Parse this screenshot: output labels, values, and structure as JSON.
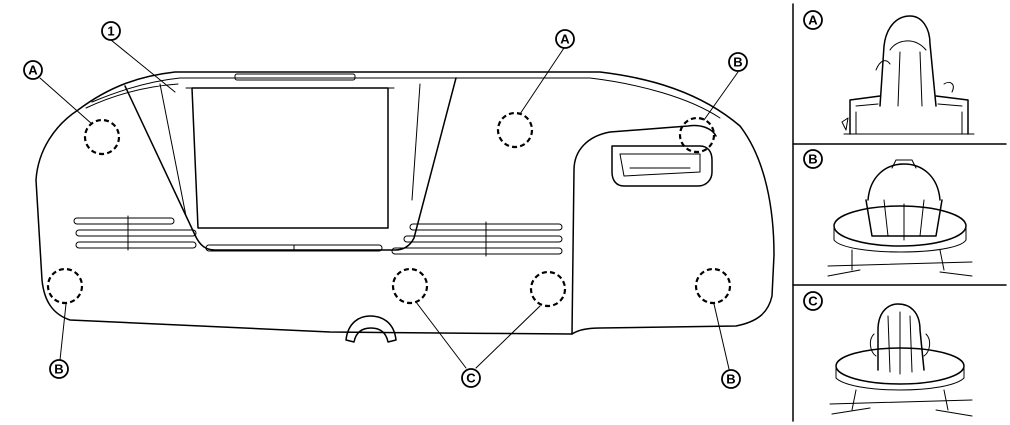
{
  "callouts": {
    "part_1": "1",
    "clip_a": "A",
    "clip_b": "B",
    "clip_c": "C"
  },
  "detail_panels": [
    {
      "id": "A",
      "label": "A"
    },
    {
      "id": "B",
      "label": "B"
    },
    {
      "id": "C",
      "label": "C"
    }
  ]
}
